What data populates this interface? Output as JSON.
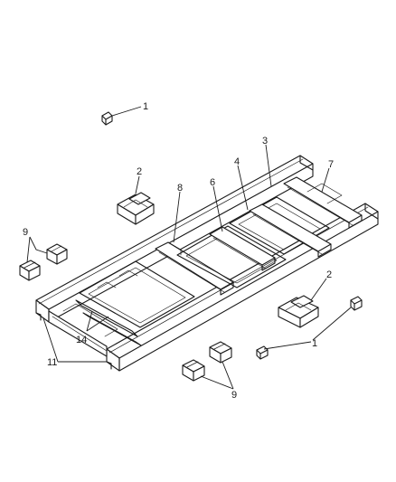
{
  "callouts": {
    "c1a": "1",
    "c1b": "1",
    "c2a": "2",
    "c2b": "2",
    "c3": "3",
    "c4": "4",
    "c6": "6",
    "c7": "7",
    "c8": "8",
    "c9a": "9",
    "c9b": "9",
    "c11": "11",
    "c14": "14"
  }
}
